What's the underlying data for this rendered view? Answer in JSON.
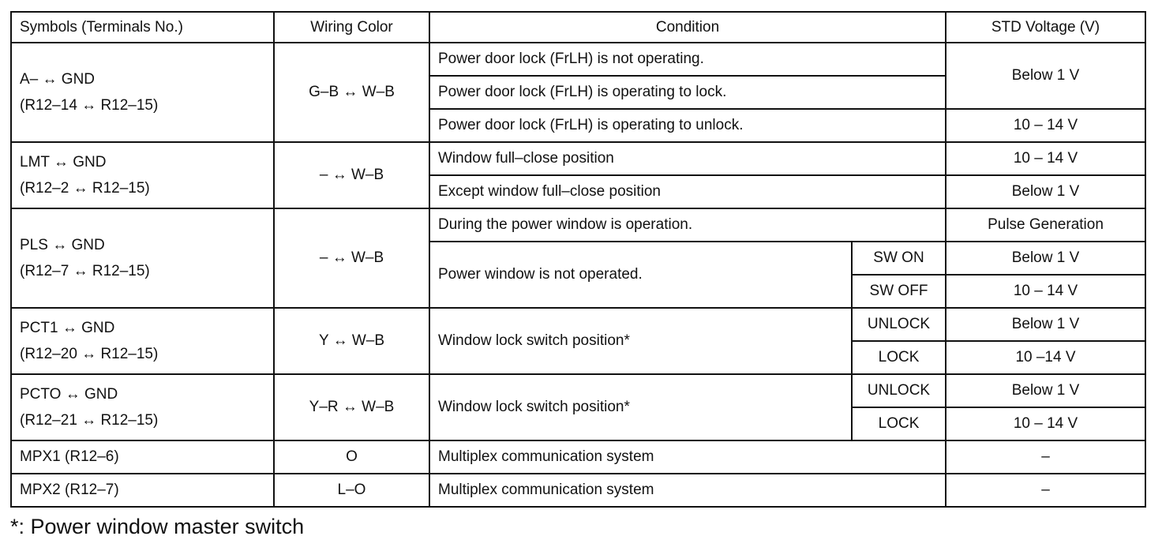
{
  "headers": {
    "symbols": "Symbols (Terminals No.)",
    "wiring": "Wiring Color",
    "condition": "Condition",
    "voltage": "STD Voltage (V)"
  },
  "rows": {
    "a": {
      "symbol_line1": "A– ↔ GND",
      "symbol_line2": "(R12–14 ↔ R12–15)",
      "wiring": "G–B ↔ W–B",
      "cond1": "Power door lock (FrLH) is not operating.",
      "cond2": "Power door lock (FrLH) is operating to lock.",
      "cond3": "Power door lock (FrLH) is operating to unlock.",
      "volt12": "Below 1 V",
      "volt3": "10 – 14 V"
    },
    "lmt": {
      "symbol_line1": "LMT ↔ GND",
      "symbol_line2": "(R12–2 ↔ R12–15)",
      "wiring": "– ↔ W–B",
      "cond1": "Window full–close position",
      "cond2": "Except window full–close position",
      "volt1": "10 – 14 V",
      "volt2": "Below 1 V"
    },
    "pls": {
      "symbol_line1": "PLS ↔ GND",
      "symbol_line2": "(R12–7 ↔ R12–15)",
      "wiring": "– ↔ W–B",
      "cond1": "During the power window is operation.",
      "cond2": "Power window is not operated.",
      "sub1": "SW ON",
      "sub2": "SW OFF",
      "volt1": "Pulse Generation",
      "volt2": "Below 1 V",
      "volt3": "10 – 14 V"
    },
    "pct1": {
      "symbol_line1": "PCT1 ↔ GND",
      "symbol_line2": "(R12–20 ↔ R12–15)",
      "wiring": "Y ↔ W–B",
      "cond": "Window lock switch position*",
      "sub1": "UNLOCK",
      "sub2": "LOCK",
      "volt1": "Below 1 V",
      "volt2": "10 –14 V"
    },
    "pcto": {
      "symbol_line1": "PCTO ↔ GND",
      "symbol_line2": "(R12–21 ↔ R12–15)",
      "wiring": "Y–R ↔ W–B",
      "cond": "Window lock switch position*",
      "sub1": "UNLOCK",
      "sub2": "LOCK",
      "volt1": "Below 1 V",
      "volt2": "10 – 14 V"
    },
    "mpx1": {
      "symbol": "MPX1 (R12–6)",
      "wiring": "O",
      "cond": "Multiplex communication system",
      "volt": "–"
    },
    "mpx2": {
      "symbol": "MPX2 (R12–7)",
      "wiring": "L–O",
      "cond": "Multiplex communication system",
      "volt": "–"
    }
  },
  "footnote": "*: Power window master switch"
}
